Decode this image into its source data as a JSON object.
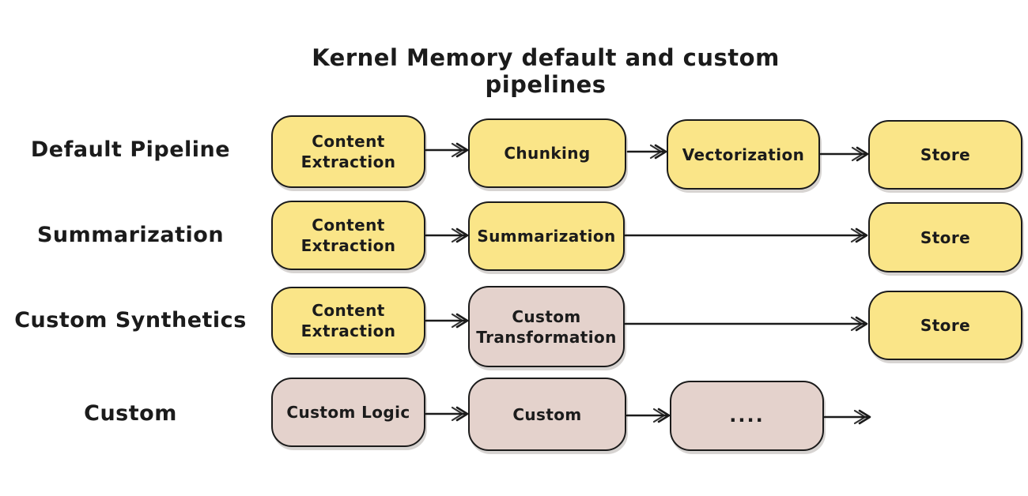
{
  "title": "Kernel Memory default and custom pipelines",
  "colors": {
    "yellow": "#FAE588",
    "tan": "#E4D2CC",
    "stroke": "#1B1B1B",
    "background": "#FFFFFF"
  },
  "rows": [
    {
      "label": "Default Pipeline",
      "nodes": [
        {
          "text": "Content Extraction",
          "color": "yellow"
        },
        {
          "text": "Chunking",
          "color": "yellow"
        },
        {
          "text": "Vectorization",
          "color": "yellow"
        },
        {
          "text": "Store",
          "color": "yellow"
        }
      ]
    },
    {
      "label": "Summarization",
      "nodes": [
        {
          "text": "Content Extraction",
          "color": "yellow"
        },
        {
          "text": "Summarization",
          "color": "yellow"
        },
        {
          "text": "Store",
          "color": "yellow"
        }
      ]
    },
    {
      "label": "Custom Synthetics",
      "nodes": [
        {
          "text": "Content Extraction",
          "color": "yellow"
        },
        {
          "text": "Custom Transformation",
          "color": "tan"
        },
        {
          "text": "Store",
          "color": "yellow"
        }
      ]
    },
    {
      "label": "Custom",
      "nodes": [
        {
          "text": "Custom Logic",
          "color": "tan"
        },
        {
          "text": "Custom",
          "color": "tan"
        },
        {
          "text": "....",
          "color": "tan"
        }
      ]
    }
  ]
}
